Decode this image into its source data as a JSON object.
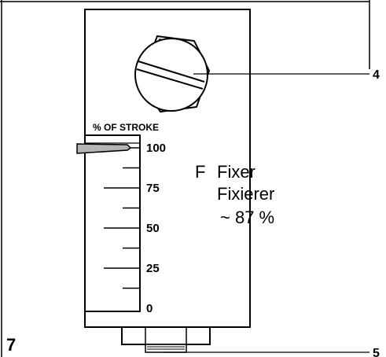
{
  "figure": {
    "number": "7"
  },
  "scale": {
    "header": "% OF STROKE",
    "tick_labels": [
      "100",
      "75",
      "50",
      "25",
      "0"
    ],
    "pointer_value_percent": 100
  },
  "callouts": {
    "screw": "4",
    "bottom_nut": "5"
  },
  "fixer_label": {
    "letter": "F",
    "line1": "Fixer",
    "line2": "Fixierer",
    "line3": "~ 87 %"
  },
  "colors": {
    "pointer_fill": "#b5b5b5",
    "line": "#000000"
  }
}
